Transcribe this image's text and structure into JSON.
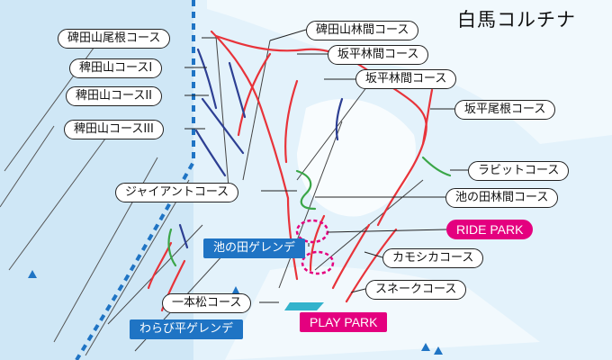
{
  "map": {
    "title": "白馬コルチナ",
    "colors": {
      "red_course": "#e8333a",
      "blue_course": "#2d3f93",
      "green_course": "#3aa648",
      "blue_label": "#1f74c4",
      "pink_label": "#e4007f",
      "lift_line": "#444444",
      "boundary_dash": "#1f74c4"
    },
    "labels": {
      "hakadayama_one": "稗田山コースI",
      "hakadayama_two": "稗田山コースII",
      "hakadayama_three": "稗田山コースIII",
      "giant": "ジャイアントコース",
      "ikenota_gelande": "池の田ゲレンデ",
      "ippon_matsu": "一本松コース",
      "warabidaira_gelande": "わらび平ゲレンデ",
      "hakadayama_rinkan": "碑田山林間コース",
      "banpei_rinkan_1": "坂平林間コース",
      "banpei_rinkan_2": "坂平林間コース",
      "banpei_one": "坂平尾根コース",
      "rabbit": "ラビットコース",
      "ikenota_rinkan": "池の田林間コース",
      "ride_park": "RIDE PARK",
      "kamoshika": "カモシカコース",
      "snake": "スネークコース",
      "play_park": "PLAY PARK",
      "hakadayama_one_ridge": "碑田山尾根コース"
    }
  }
}
